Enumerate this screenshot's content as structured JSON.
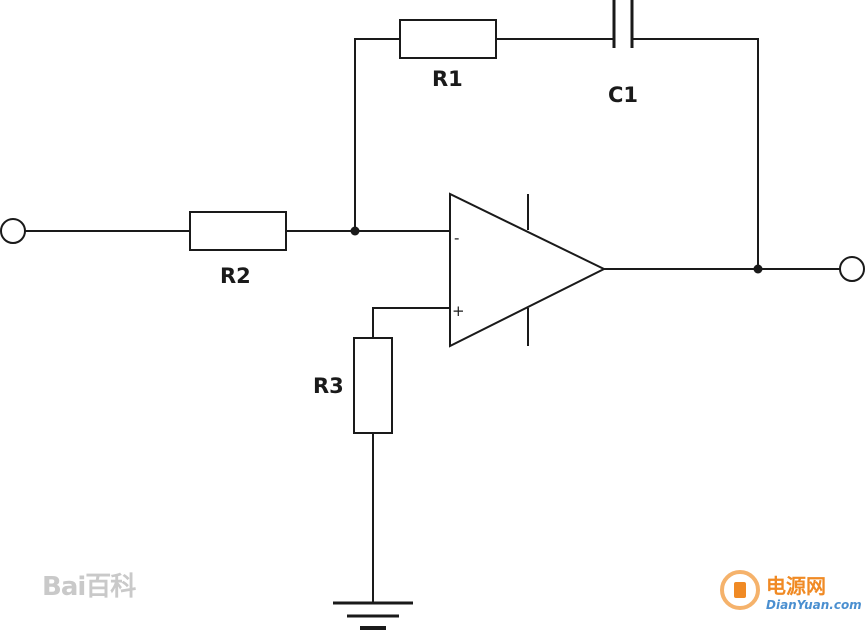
{
  "labels": {
    "r1": "R1",
    "r2": "R2",
    "r3": "R3",
    "c1": "C1",
    "inverting_input": "-",
    "non_inverting_input": "+"
  },
  "watermarks": {
    "baidu": "Bai百科",
    "dianyuan_cn": "电源网",
    "dianyuan_en": "DianYuan.com"
  },
  "colors": {
    "line": "#1a1a1a",
    "watermark_gray": "#c9c9c9",
    "watermark_orange": "#f08a24",
    "watermark_blue": "#4a8fd0"
  }
}
